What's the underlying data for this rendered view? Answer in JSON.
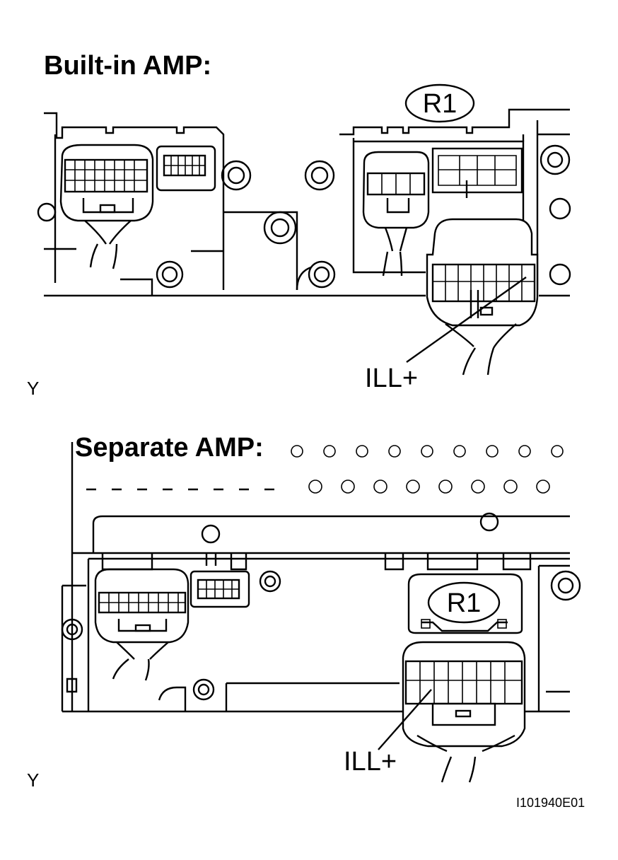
{
  "built_in": {
    "title": "Built-in AMP:",
    "connector": "R1",
    "callout": "ILL+",
    "side_mark": "Y"
  },
  "separate": {
    "title": "Separate AMP:",
    "connector": "R1",
    "callout": "ILL+",
    "side_mark": "Y"
  },
  "figure_code": "I101940E01"
}
